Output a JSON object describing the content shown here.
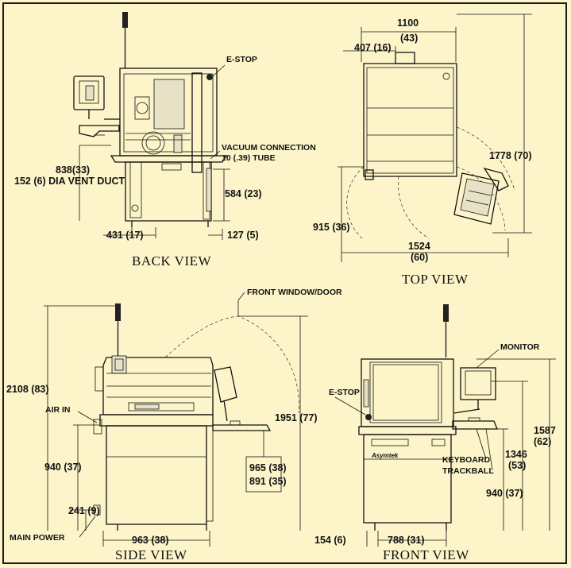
{
  "back_view": {
    "title": "BACK VIEW",
    "callouts": {
      "estop": "E-STOP",
      "vacuum_line1": "VACUUM CONNECTION",
      "vacuum_line2": "10 (.39) TUBE"
    },
    "dims": {
      "height_vent": "838(33)",
      "vent_duct": "152 (6) DIA VENT DUCT",
      "vacuum_height": "584 (23)",
      "left_offset": "431 (17)",
      "right_offset": "127 (5)"
    }
  },
  "top_view": {
    "title": "TOP VIEW",
    "dims": {
      "width_mm": "1100",
      "width_in": "(43)",
      "left_offset": "407 (16)",
      "depth": "1778 (70)",
      "front_depth": "915 (36)",
      "door_swing_mm": "1524",
      "door_swing_in": "(60)"
    }
  },
  "side_view": {
    "title": "SIDE VIEW",
    "callouts": {
      "front_window": "FRONT WINDOW/DOOR",
      "air_in": "AIR IN",
      "main_power": "MAIN POWER"
    },
    "dims": {
      "total_height": "2108 (83)",
      "door_height": "1951 (77)",
      "work_height": "940 (37)",
      "conveyor_max": "965 (38)",
      "conveyor_min": "891 (35)",
      "power_height": "241 (9)",
      "depth": "963 (38)"
    }
  },
  "front_view": {
    "title": "FRONT VIEW",
    "callouts": {
      "monitor": "MONITOR",
      "estop": "E-STOP",
      "keyboard": "KEYBOARD",
      "trackball": "TRACKBALL"
    },
    "dims": {
      "monitor_height": "1587",
      "monitor_height_in": "(62)",
      "monitor_low_mm": "1346",
      "monitor_low_in": "(53)",
      "keyboard_height": "940 (37)",
      "left_offset": "154 (6)",
      "foot_spacing": "788 (31)"
    }
  },
  "colors": {
    "background": "#fdf5c9",
    "ink": "#111111"
  }
}
